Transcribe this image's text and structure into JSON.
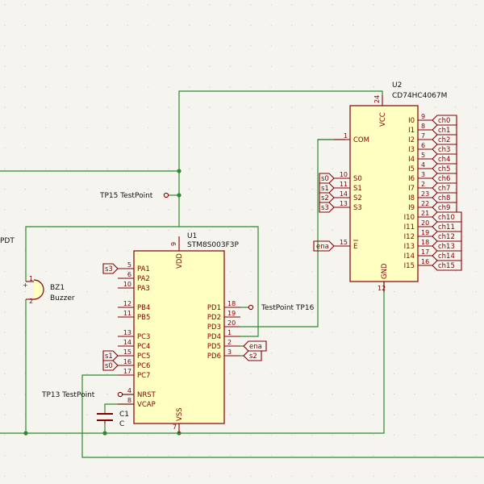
{
  "components": {
    "u1": {
      "ref": "U1",
      "value": "STM8S003F3P",
      "left_pins": [
        {
          "num": "5",
          "name": "PA1"
        },
        {
          "num": "6",
          "name": "PA2"
        },
        {
          "num": "10",
          "name": "PA3"
        },
        {
          "num": "12",
          "name": "PB4"
        },
        {
          "num": "11",
          "name": "PB5"
        },
        {
          "num": "13",
          "name": "PC3"
        },
        {
          "num": "14",
          "name": "PC4"
        },
        {
          "num": "15",
          "name": "PC5"
        },
        {
          "num": "16",
          "name": "PC6"
        },
        {
          "num": "17",
          "name": "PC7"
        },
        {
          "num": "4",
          "name": "NRST"
        },
        {
          "num": "8",
          "name": "VCAP"
        }
      ],
      "right_pins": [
        {
          "num": "18",
          "name": "PD1"
        },
        {
          "num": "19",
          "name": "PD2"
        },
        {
          "num": "20",
          "name": "PD3"
        },
        {
          "num": "1",
          "name": "PD4"
        },
        {
          "num": "2",
          "name": "PD5"
        },
        {
          "num": "3",
          "name": "PD6"
        }
      ],
      "top_pin": {
        "num": "9",
        "name": "VDD"
      },
      "bottom_pin": {
        "num": "7",
        "name": "VSS"
      }
    },
    "u2": {
      "ref": "U2",
      "value": "CD74HC4067M",
      "left_pins": [
        {
          "num": "1",
          "name": "COM"
        },
        {
          "num": "10",
          "name": "S0"
        },
        {
          "num": "11",
          "name": "S1"
        },
        {
          "num": "14",
          "name": "S2"
        },
        {
          "num": "13",
          "name": "S3"
        },
        {
          "num": "15",
          "name": "E"
        }
      ],
      "right_pins": [
        {
          "num": "9",
          "name": "I0"
        },
        {
          "num": "8",
          "name": "I1"
        },
        {
          "num": "7",
          "name": "I2"
        },
        {
          "num": "6",
          "name": "I3"
        },
        {
          "num": "5",
          "name": "I4"
        },
        {
          "num": "4",
          "name": "I5"
        },
        {
          "num": "3",
          "name": "I6"
        },
        {
          "num": "2",
          "name": "I7"
        },
        {
          "num": "23",
          "name": "I8"
        },
        {
          "num": "22",
          "name": "I9"
        },
        {
          "num": "21",
          "name": "I10"
        },
        {
          "num": "20",
          "name": "I11"
        },
        {
          "num": "19",
          "name": "I12"
        },
        {
          "num": "18",
          "name": "I13"
        },
        {
          "num": "17",
          "name": "I14"
        },
        {
          "num": "16",
          "name": "I15"
        }
      ],
      "top_pin": {
        "num": "24",
        "name": "VCC"
      },
      "bottom_pin": {
        "num": "12",
        "name": "GND"
      }
    },
    "bz1": {
      "ref": "BZ1",
      "value": "Buzzer",
      "pin1": "1",
      "pin2": "2",
      "plus": "+"
    },
    "c1": {
      "ref": "C1",
      "value": "C"
    },
    "tp15": {
      "label": "TP15 TestPoint"
    },
    "tp16": {
      "label": "TestPoint TP16"
    },
    "tp13": {
      "label": "TP13 TestPoint"
    }
  },
  "u1_left_labels": [
    "s3",
    "s1",
    "s0"
  ],
  "u1_right_labels": [
    "ena",
    "s2"
  ],
  "u2_left_labels": [
    "s0",
    "s1",
    "s2",
    "s3"
  ],
  "u2_enable_label": "ena",
  "channel_labels": [
    "ch0",
    "ch1",
    "ch2",
    "ch3",
    "ch4",
    "ch5",
    "ch6",
    "ch7",
    "ch8",
    "ch9",
    "ch10",
    "ch11",
    "ch12",
    "ch13",
    "ch14",
    "ch15"
  ],
  "edge_text": "PDT",
  "colors": {
    "wire": "#2f8a2f",
    "symbol_outline": "#840000",
    "symbol_fill": "#ffffc2",
    "reference_text": "#006464",
    "background": "#f5f4ef"
  }
}
